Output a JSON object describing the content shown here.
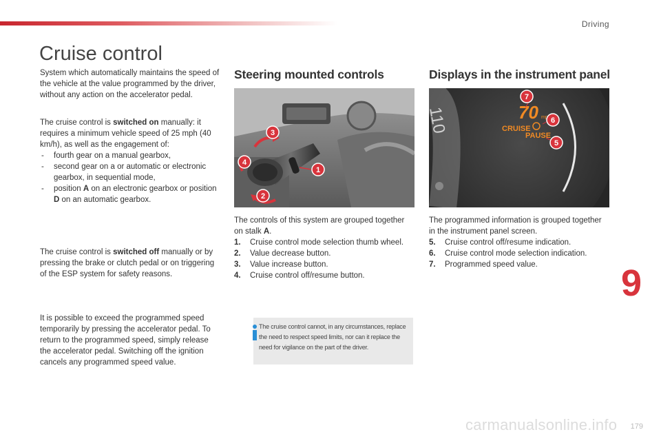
{
  "header": {
    "section": "Driving"
  },
  "title": "Cruise control",
  "intro": {
    "p1": "System which automatically maintains the speed of the vehicle at the value programmed by the driver, without any action on the accelerator pedal.",
    "p2_pre": "The cruise control is ",
    "p2_bold": "switched on",
    "p2_post": " manually: it requires a minimum vehicle speed of 25 mph (40 km/h), as well as the engagement of:",
    "bullets": {
      "b1": "fourth gear on a manual gearbox,",
      "b2": "second gear on a or automatic or electronic gearbox, in sequential mode,",
      "b3_a": "position ",
      "b3_b": "A",
      "b3_c": " on an electronic gearbox or position ",
      "b3_d": "D",
      "b3_e": " on an automatic gearbox."
    },
    "dash": "-",
    "p3_pre": "The cruise control is ",
    "p3_bold": "switched off",
    "p3_post": " manually or by pressing the brake or clutch pedal or on triggering of the ESP system for safety reasons.",
    "p4": "It is possible to exceed the programmed speed temporarily by pressing the accelerator pedal. To return to the programmed speed, simply release the accelerator pedal. Switching off the ignition cancels any programmed speed value."
  },
  "steering": {
    "heading": "Steering mounted controls",
    "callouts": [
      "1",
      "2",
      "3",
      "4"
    ],
    "intro_pre": "The controls of this system are grouped together on stalk ",
    "intro_bold": "A",
    "intro_post": ".",
    "items": [
      {
        "num": "1.",
        "text": "Cruise control mode selection thumb wheel."
      },
      {
        "num": "2.",
        "text": "Value decrease button."
      },
      {
        "num": "3.",
        "text": "Value increase button."
      },
      {
        "num": "4.",
        "text": "Cruise control off/resume button."
      }
    ]
  },
  "note": {
    "text": "The cruise control cannot, in any circumstances, replace the need to respect speed limits, nor can it replace the need for vigilance on the part of the driver."
  },
  "displays": {
    "heading": "Displays in the instrument panel",
    "dial": {
      "speed": "70",
      "unit": "mph",
      "cruise": "CRUISE",
      "pause": "PAUSE",
      "gauge_label": "110",
      "callouts": [
        "5",
        "6",
        "7"
      ]
    },
    "intro": "The programmed information is grouped together in the instrument panel screen.",
    "items": [
      {
        "num": "5.",
        "text": "Cruise control off/resume indication."
      },
      {
        "num": "6.",
        "text": "Cruise control mode selection indication."
      },
      {
        "num": "7.",
        "text": "Programmed speed value."
      }
    ]
  },
  "chapter": "9",
  "page_number": "179",
  "watermark": "carmanualsonline.info",
  "colors": {
    "accent_red": "#d8343c",
    "display_orange": "#f08a24",
    "callout_red": "#d8343c"
  }
}
